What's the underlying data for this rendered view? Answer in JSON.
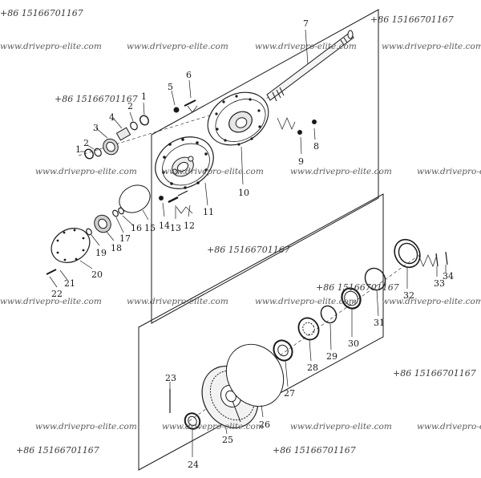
{
  "watermark": {
    "site": "www.drivepro-elite.com",
    "phone": "+86 15166701167"
  },
  "parts": [
    {
      "number": "1"
    },
    {
      "number": "2"
    },
    {
      "number": "3"
    },
    {
      "number": "4"
    },
    {
      "number": "1"
    },
    {
      "number": "2"
    },
    {
      "number": "5"
    },
    {
      "number": "6"
    },
    {
      "number": "7"
    },
    {
      "number": "8"
    },
    {
      "number": "9"
    },
    {
      "number": "10"
    },
    {
      "number": "11"
    },
    {
      "number": "12"
    },
    {
      "number": "13"
    },
    {
      "number": "14"
    },
    {
      "number": "15"
    },
    {
      "number": "16"
    },
    {
      "number": "17"
    },
    {
      "number": "18"
    },
    {
      "number": "19"
    },
    {
      "number": "20"
    },
    {
      "number": "21"
    },
    {
      "number": "22"
    },
    {
      "number": "23"
    },
    {
      "number": "24"
    },
    {
      "number": "25"
    },
    {
      "number": "26"
    },
    {
      "number": "27"
    },
    {
      "number": "28"
    },
    {
      "number": "29"
    },
    {
      "number": "30"
    },
    {
      "number": "31"
    },
    {
      "number": "32"
    },
    {
      "number": "33"
    },
    {
      "number": "34"
    }
  ]
}
